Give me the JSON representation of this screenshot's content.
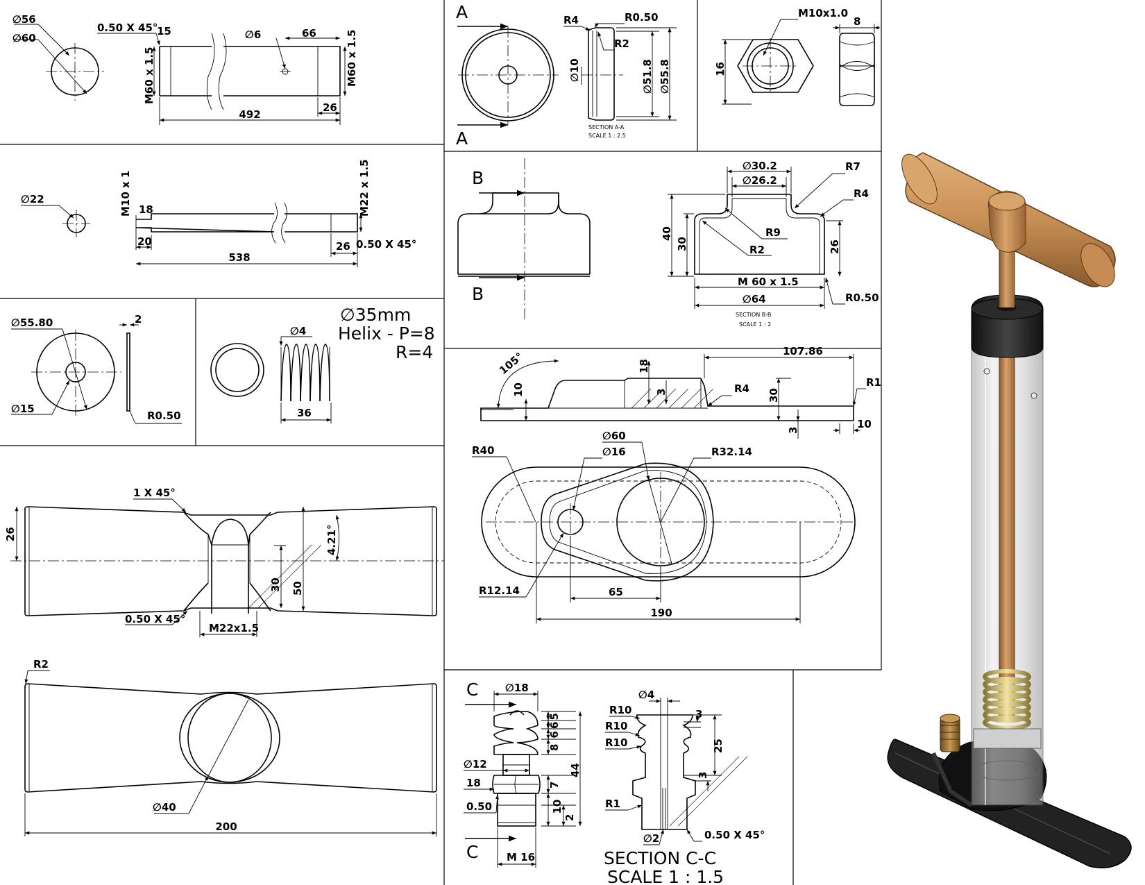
{
  "views": {
    "barrel": {
      "d_inner": "∅56",
      "d_outer": "∅60",
      "chamfer": "0.50 X 45°",
      "len_15": "15",
      "hole": "∅6",
      "len_66": "66",
      "thread_l": "M60 x 1.5",
      "thread_r": "M60 x 1.5",
      "len_492": "492",
      "len_26": "26"
    },
    "rod": {
      "diam": "∅22",
      "thread_small": "M10 x 1",
      "len_18": "18",
      "len_20": "20",
      "len_538": "538",
      "len_26": "26",
      "thread_big": "M22 x 1.5",
      "chamfer": "0.50 X 45°"
    },
    "washer": {
      "d_outer": "∅55.80",
      "thick": "2",
      "d_inner": "∅15",
      "radius": "R0.50"
    },
    "spring": {
      "title": "∅35mm",
      "pitch": "Helix - P=8",
      "radius": "R=4",
      "wire": "∅4",
      "len": "36"
    },
    "handle_front": {
      "chamfer_top": "1 X 45°",
      "h26": "26",
      "angle": "4.21°",
      "h30": "30",
      "h50": "50",
      "chamfer_bot": "0.50 X 45°",
      "thread": "M22x1.5"
    },
    "handle_top": {
      "radius": "R2",
      "hole": "∅40",
      "len": "200"
    },
    "cap_a": {
      "label_top": "A",
      "label_bot": "A",
      "r4": "R4",
      "r050": "R0.50",
      "r2": "R2",
      "d10": "∅10",
      "d518": "∅51.8",
      "d558": "∅55.8",
      "sec_title": "SECTION A-A",
      "sec_scale": "SCALE 1 : 2.5"
    },
    "nut": {
      "thread": "M10x1.0",
      "thick": "8",
      "height": "16"
    },
    "cap_b": {
      "label_top": "B",
      "label_bot": "B",
      "d302": "∅30.2",
      "d262": "∅26.2",
      "r7": "R7",
      "r4": "R4",
      "h40": "40",
      "h30": "30",
      "r9": "R9",
      "r2": "R2",
      "h26": "26",
      "thread": "M 60 x 1.5",
      "d64": "∅64",
      "r050": "R0.50",
      "sec_title": "SECTION B-B",
      "sec_scale": "SCALE 1 : 2"
    },
    "base": {
      "angle": "105°",
      "h18": "18",
      "len107": "107.86",
      "r1": "R1",
      "h10": "10",
      "h3": "3",
      "r4": "R4",
      "h30": "30",
      "h3b": "3",
      "w10": "10",
      "d60": "∅60",
      "d16": "∅16",
      "r40": "R40",
      "r3214": "R32.14",
      "r1214": "R12.14",
      "len65": "65",
      "len190": "190"
    },
    "valve": {
      "c_top": "C",
      "c_bot": "C",
      "d18": "∅18",
      "d12": "∅12",
      "len18": "18",
      "len050": "0.50",
      "m16": "M 16",
      "h5": "5",
      "h6a": "6",
      "h6b": "6",
      "h8": "8",
      "h7": "7",
      "h10": "10",
      "h2": "2",
      "h44": "44",
      "d4": "∅4",
      "r10a": "R10",
      "r10b": "R10",
      "r10c": "R10",
      "h3a": "3",
      "h25": "25",
      "h3b": "3",
      "r1": "R1",
      "d2": "∅2",
      "chamfer": "0.50 X 45°",
      "sec_title": "SECTION C-C",
      "sec_scale": "SCALE 1 : 1.5"
    }
  }
}
